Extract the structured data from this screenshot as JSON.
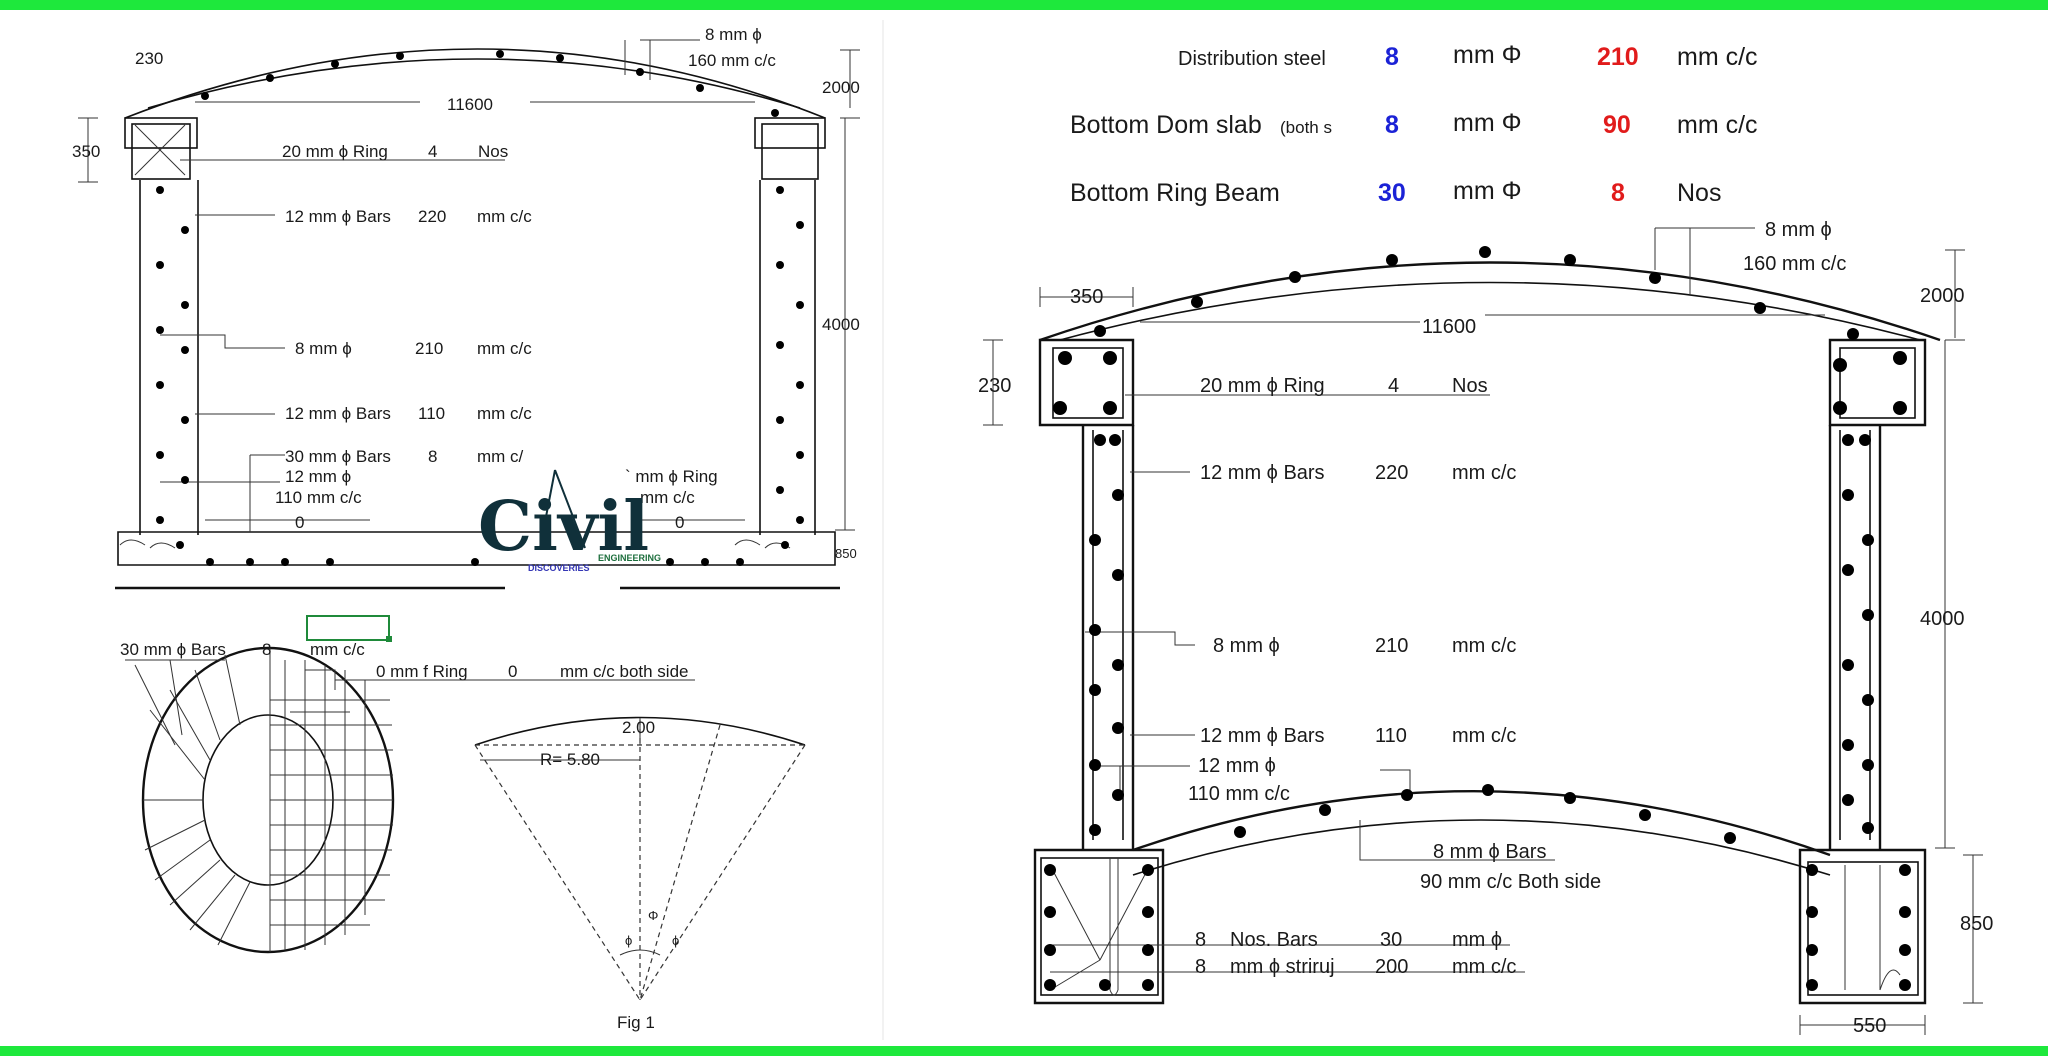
{
  "accent": {
    "frame": "#1ee83c",
    "blue": "#1b22d6",
    "red": "#e11b1b"
  },
  "left": {
    "top": {
      "dim_230": "230",
      "dim_350": "350",
      "dim_11600": "11600",
      "dim_2000": "2000",
      "dim_4000": "4000",
      "dim_850": "850",
      "dim_0a": "0",
      "dim_0b": "0",
      "dome_bar": "8 mm ϕ",
      "dome_spacing": "160 mm c/c",
      "ring": [
        "20 mm ϕ Ring",
        "4",
        "Nos"
      ],
      "bars1": [
        "12 mm ϕ Bars",
        "220",
        "mm c/c"
      ],
      "bars2": [
        "8 mm ϕ",
        "210",
        "mm c/c"
      ],
      "bars3": [
        "12 mm ϕ Bars",
        "110",
        "mm c/c"
      ],
      "bars4": [
        "30 mm ϕ Bars",
        "8",
        "mm c/"
      ],
      "bars5": [
        "12 mm ϕ",
        "110 mm c/c"
      ],
      "ring2": [
        "` mm ϕ Ring",
        "mm c/c"
      ]
    },
    "plan": {
      "label": [
        "30 mm ϕ Bars",
        "8",
        "mm c/c"
      ],
      "ring": [
        "0 mm f Ring",
        "0",
        "mm c/c both side"
      ]
    },
    "fig": {
      "rise": "2.00",
      "radius": "R= 5.80",
      "phi1": "ϕ",
      "phi2": "ϕ",
      "phi3": "Φ",
      "caption": "Fig 1"
    }
  },
  "logo": {
    "word": "Civil",
    "sub1": "ENGINEERING",
    "sub2": "DISCOVERIES"
  },
  "right": {
    "table": [
      {
        "label": "Distribution steel",
        "v1": "8",
        "u1": "mm Φ",
        "v2": "210",
        "u2": "mm c/c"
      },
      {
        "label": "Bottom Dom slab",
        "note": "(both s",
        "v1": "8",
        "u1": "mm Φ",
        "v2": "90",
        "u2": "mm c/c"
      },
      {
        "label": "Bottom Ring Beam",
        "v1": "30",
        "u1": "mm Φ",
        "v2": "8",
        "u2": "Nos"
      }
    ],
    "dims": {
      "d350": "350",
      "d230": "230",
      "d11600": "11600",
      "d2000": "2000",
      "d4000": "4000",
      "d850": "850",
      "d550": "550"
    },
    "dome": [
      "8 mm ϕ",
      "160 mm c/c"
    ],
    "ring": [
      "20 mm ϕ Ring",
      "4",
      "Nos"
    ],
    "bars1": [
      "12 mm ϕ Bars",
      "220",
      "mm c/c"
    ],
    "bars2": [
      "8 mm ϕ",
      "210",
      "mm c/c"
    ],
    "bars3": [
      "12 mm ϕ Bars",
      "110",
      "mm c/c"
    ],
    "bars4": [
      "12 mm ϕ",
      "110 mm c/c"
    ],
    "bottom_dome": [
      "8 mm ϕ Bars",
      "90 mm c/c Both side"
    ],
    "beam1": [
      "8",
      "Nos. Bars",
      "30",
      "mm ϕ"
    ],
    "beam2": [
      "8",
      "mm ϕ striruj",
      "200",
      "mm c/c"
    ]
  }
}
